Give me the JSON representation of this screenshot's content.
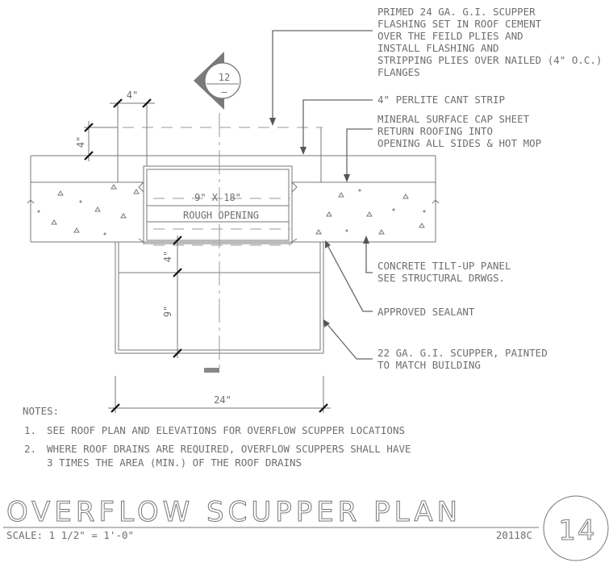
{
  "section_marker": {
    "number": "12",
    "sheet": "—"
  },
  "callouts": {
    "flashing": [
      "PRIMED 24 GA. G.I. SCUPPER",
      "FLASHING SET IN ROOF CEMENT",
      "OVER THE FEILD PLIES AND",
      "INSTALL FLASHING AND",
      "STRIPPING PLIES OVER NAILED (4\" O.C.)",
      "FLANGES"
    ],
    "cant_strip": [
      "4\" PERLITE CANT STRIP"
    ],
    "cap_sheet": [
      "MINERAL SURFACE CAP SHEET",
      "RETURN ROOFING INTO",
      "OPENING ALL SIDES & HOT MOP"
    ],
    "panel": [
      "CONCRETE TILT-UP PANEL",
      "SEE STRUCTURAL DRWGS."
    ],
    "sealant": [
      "APPROVED SEALANT"
    ],
    "scupper": [
      "22 GA. G.I. SCUPPER, PAINTED",
      "TO MATCH BUILDING"
    ]
  },
  "dimensions": {
    "top_width": "4\"",
    "top_height": "4\"",
    "opening_size": "9\" X 18\"",
    "opening_label": "ROUGH OPENING",
    "lip": "4\"",
    "depth": "9\"",
    "width": "24\""
  },
  "notes": {
    "heading": "NOTES:",
    "items": [
      {
        "num": "1.",
        "lines": [
          "SEE ROOF PLAN AND ELEVATIONS FOR OVERFLOW SCUPPER LOCATIONS"
        ]
      },
      {
        "num": "2.",
        "lines": [
          "WHERE ROOF DRAINS ARE REQUIRED, OVERFLOW SCUPPERS SHALL HAVE",
          "3 TIMES THE AREA (MIN.) OF THE ROOF DRAINS"
        ]
      }
    ]
  },
  "title_block": {
    "title": "OVERFLOW SCUPPER PLAN",
    "scale": "SCALE: 1 1/2\" = 1'-0\"",
    "code": "20118C",
    "detail_number": "14"
  }
}
